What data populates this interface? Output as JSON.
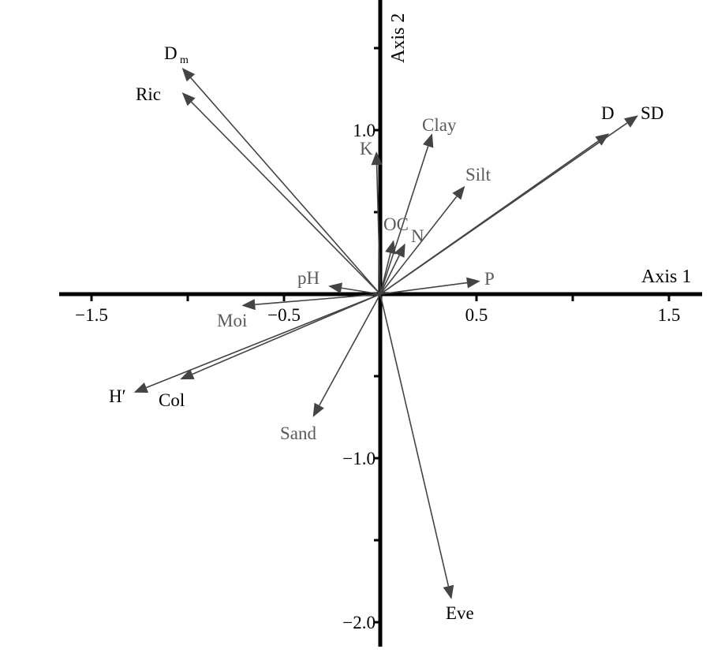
{
  "chart_data": {
    "type": "biplot",
    "xlabel": "Axis 1",
    "ylabel": "Axis 2",
    "xlim": [
      -1.65,
      1.65
    ],
    "ylim": [
      -2.15,
      1.8
    ],
    "xticks": [
      -1.5,
      -1.0,
      -0.5,
      0,
      0.5,
      1.0,
      1.5
    ],
    "xtick_labels": [
      {
        "value": -1.5,
        "label": "−1.5"
      },
      {
        "value": -0.5,
        "label": "−0.5"
      },
      {
        "value": 0.5,
        "label": "0.5"
      },
      {
        "value": 1.5,
        "label": "1.5"
      }
    ],
    "yticks": [
      1.5,
      1.0,
      0.5,
      -0.5,
      -1.0,
      -1.5,
      -2.0
    ],
    "ytick_labels": [
      {
        "value": 1.0,
        "label": "1.0"
      },
      {
        "value": -1.0,
        "label": "−1.0"
      },
      {
        "value": -2.0,
        "label": "−2.0"
      }
    ],
    "grid": false,
    "vectors": [
      {
        "name": "D",
        "sub": "m",
        "x": -1.03,
        "y": 1.38,
        "group": "diversity"
      },
      {
        "name": "Ric",
        "x": -1.03,
        "y": 1.23,
        "group": "diversity"
      },
      {
        "name": "K",
        "x": -0.02,
        "y": 0.87,
        "group": "soil"
      },
      {
        "name": "Clay",
        "x": 0.27,
        "y": 0.98,
        "group": "soil"
      },
      {
        "name": "Silt",
        "x": 0.44,
        "y": 0.66,
        "group": "soil"
      },
      {
        "name": "OC",
        "x": 0.07,
        "y": 0.33,
        "group": "soil"
      },
      {
        "name": "N",
        "x": 0.13,
        "y": 0.31,
        "group": "soil"
      },
      {
        "name": "D",
        "x": 1.19,
        "y": 0.98,
        "group": "diversity"
      },
      {
        "name": "SD",
        "x": 1.34,
        "y": 1.09,
        "group": "diversity"
      },
      {
        "name": "pH",
        "x": -0.27,
        "y": 0.05,
        "group": "soil"
      },
      {
        "name": "P",
        "x": 0.52,
        "y": 0.08,
        "group": "soil"
      },
      {
        "name": "Moi",
        "x": -0.72,
        "y": -0.07,
        "group": "soil"
      },
      {
        "name": "H′",
        "x": -1.28,
        "y": -0.6,
        "group": "diversity"
      },
      {
        "name": "Col",
        "x": -1.04,
        "y": -0.52,
        "group": "diversity"
      },
      {
        "name": "Sand",
        "x": -0.35,
        "y": -0.75,
        "group": "soil"
      },
      {
        "name": "Eve",
        "x": 0.37,
        "y": -1.86,
        "group": "diversity"
      }
    ],
    "colors": {
      "diversity": "#000000",
      "soil": "#5a5a5a",
      "arrow": "#444444",
      "axis": "#000000"
    }
  }
}
